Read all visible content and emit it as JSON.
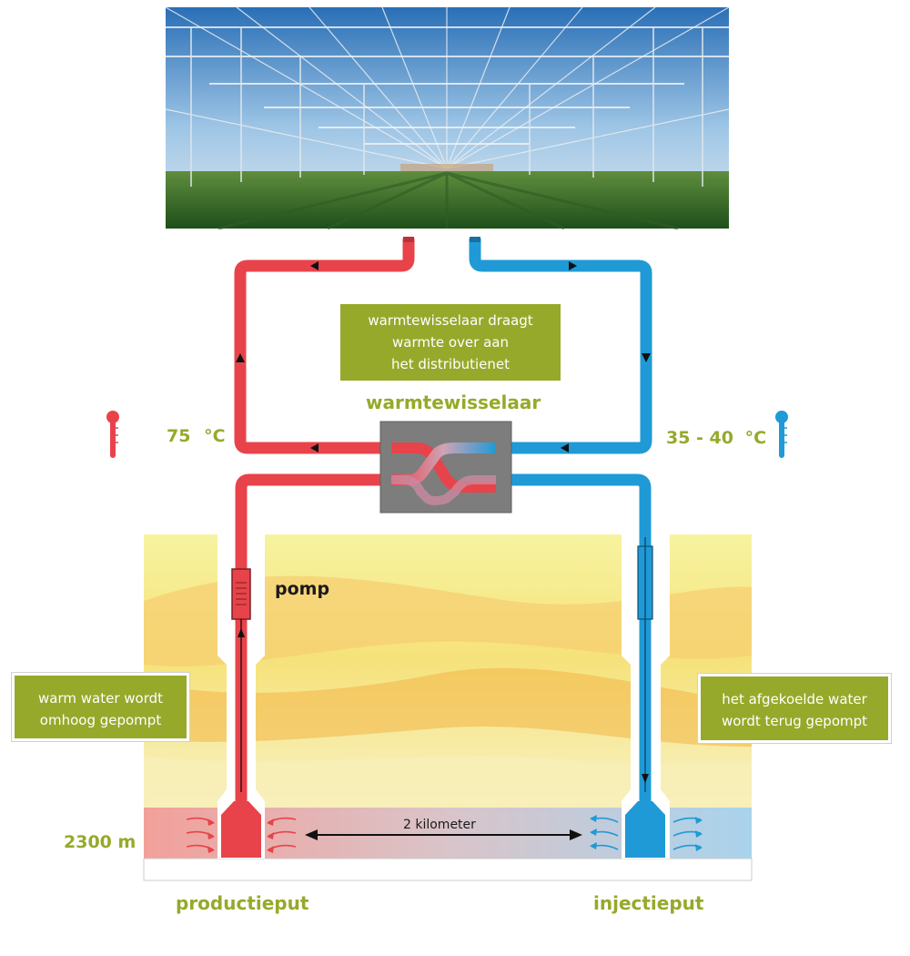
{
  "exchanger_note": [
    "warmtewisselaar draagt",
    "warmte over aan",
    "het distributienet"
  ],
  "exchanger_title": "warmtewisselaar",
  "hot_temperature": {
    "value": "75",
    "unit": "°C"
  },
  "cold_temperature": {
    "value": "35 - 40",
    "unit": "°C"
  },
  "pump_label": "pomp",
  "warm_water_note": [
    "warm water wordt",
    "omhoog gepompt"
  ],
  "cooled_water_note": [
    "het afgekoelde water",
    "wordt terug gepompt"
  ],
  "depth_label": "2300 m",
  "distance_label": "2 kilometer",
  "production_well_label": "productieput",
  "injection_well_label": "injectieput",
  "colors": {
    "hot_pipe": "#e8434a",
    "cold_pipe": "#1f9ad6",
    "label_green": "#97a92a",
    "exchanger_gray": "#7d7d7d",
    "ground_yellow": "#f5ee8a",
    "ground_orange": "#f3b446"
  }
}
